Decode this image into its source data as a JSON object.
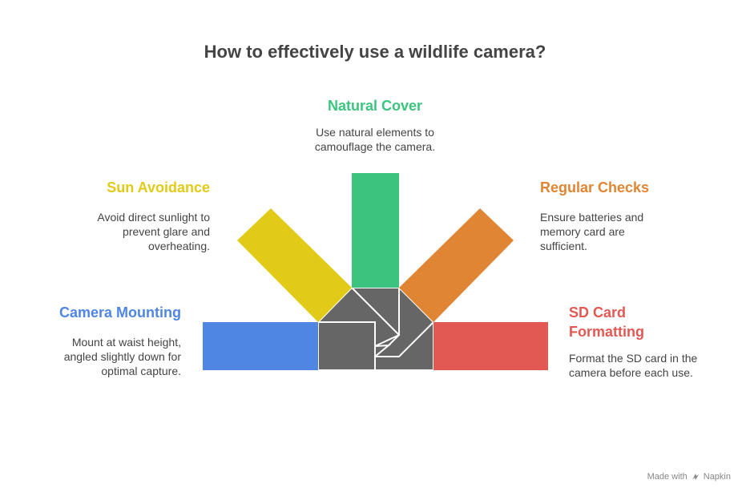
{
  "title": "How to effectively use a wildlife camera?",
  "colors": {
    "camera_mounting": "#4f86e3",
    "sun_avoidance": "#e1cb18",
    "natural_cover": "#3cc47f",
    "regular_checks": "#e08533",
    "sd_card": "#e25953",
    "hub": "#666666"
  },
  "items": {
    "camera_mounting": {
      "heading": "Camera Mounting",
      "lines": [
        "Mount at waist height,",
        "angled slightly down for",
        "optimal capture."
      ]
    },
    "sun_avoidance": {
      "heading": "Sun Avoidance",
      "lines": [
        "Avoid direct sunlight to",
        "prevent glare and",
        "overheating."
      ]
    },
    "natural_cover": {
      "heading": "Natural Cover",
      "lines": [
        "Use natural elements to",
        "camouflage the camera."
      ]
    },
    "regular_checks": {
      "heading": "Regular Checks",
      "lines": [
        "Ensure batteries and",
        "memory card are",
        "sufficient."
      ]
    },
    "sd_card": {
      "heading_lines": [
        "SD Card",
        "Formatting"
      ],
      "lines": [
        "Format the SD card in the",
        "camera before each use."
      ]
    }
  },
  "footer": {
    "made_with": "Made with",
    "brand": "Napkin",
    "icon": "napkin-icon"
  }
}
